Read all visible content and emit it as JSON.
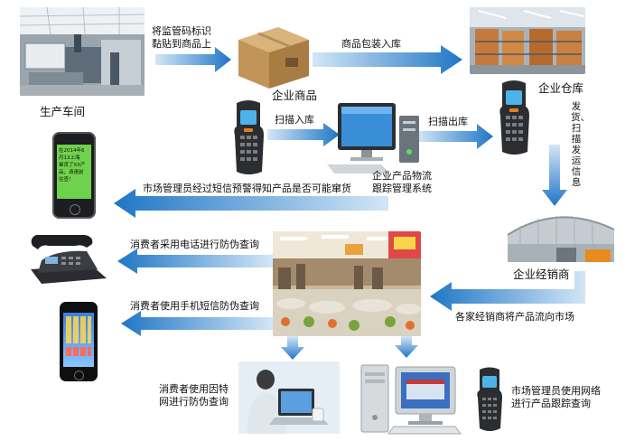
{
  "nodes": {
    "factory": "生产车间",
    "product": "企业商品",
    "warehouse": "企业仓库",
    "tracking_system_line1": "企业产品物流",
    "tracking_system_line2": "跟踪管理系统",
    "distributor": "企业经销商"
  },
  "edges": {
    "label_tag_line1": "将监管码标识",
    "label_tag_line2": "黏贴到商品上",
    "pack_in": "商品包装入库",
    "scan_in": "扫描入库",
    "scan_out": "扫描出库",
    "ship_scan": "发货、扫描发运信息",
    "sms_warning": "市场管理员经过短信预警得知产品是否可能窜货",
    "phone_query": "消费者采用电话进行防伪查询",
    "sms_query": "消费者使用手机短信防伪查询",
    "flow_to_market": "各家经销商将产品流向市场",
    "internet_query_line1": "消费者使用因特",
    "internet_query_line2": "网进行防伪查询",
    "admin_track_line1": "市场管理员使用网络",
    "admin_track_line2": "进行产品跟踪查询"
  },
  "phone_screen": {
    "line1": "在2014年6",
    "line2": "月13上海",
    "line3": "窜货了XX产",
    "line4": "品，请速前",
    "line5": "往查！"
  },
  "colors": {
    "arrow_gradient_start": "#c9dff2",
    "arrow_gradient_end": "#1f78c8"
  }
}
